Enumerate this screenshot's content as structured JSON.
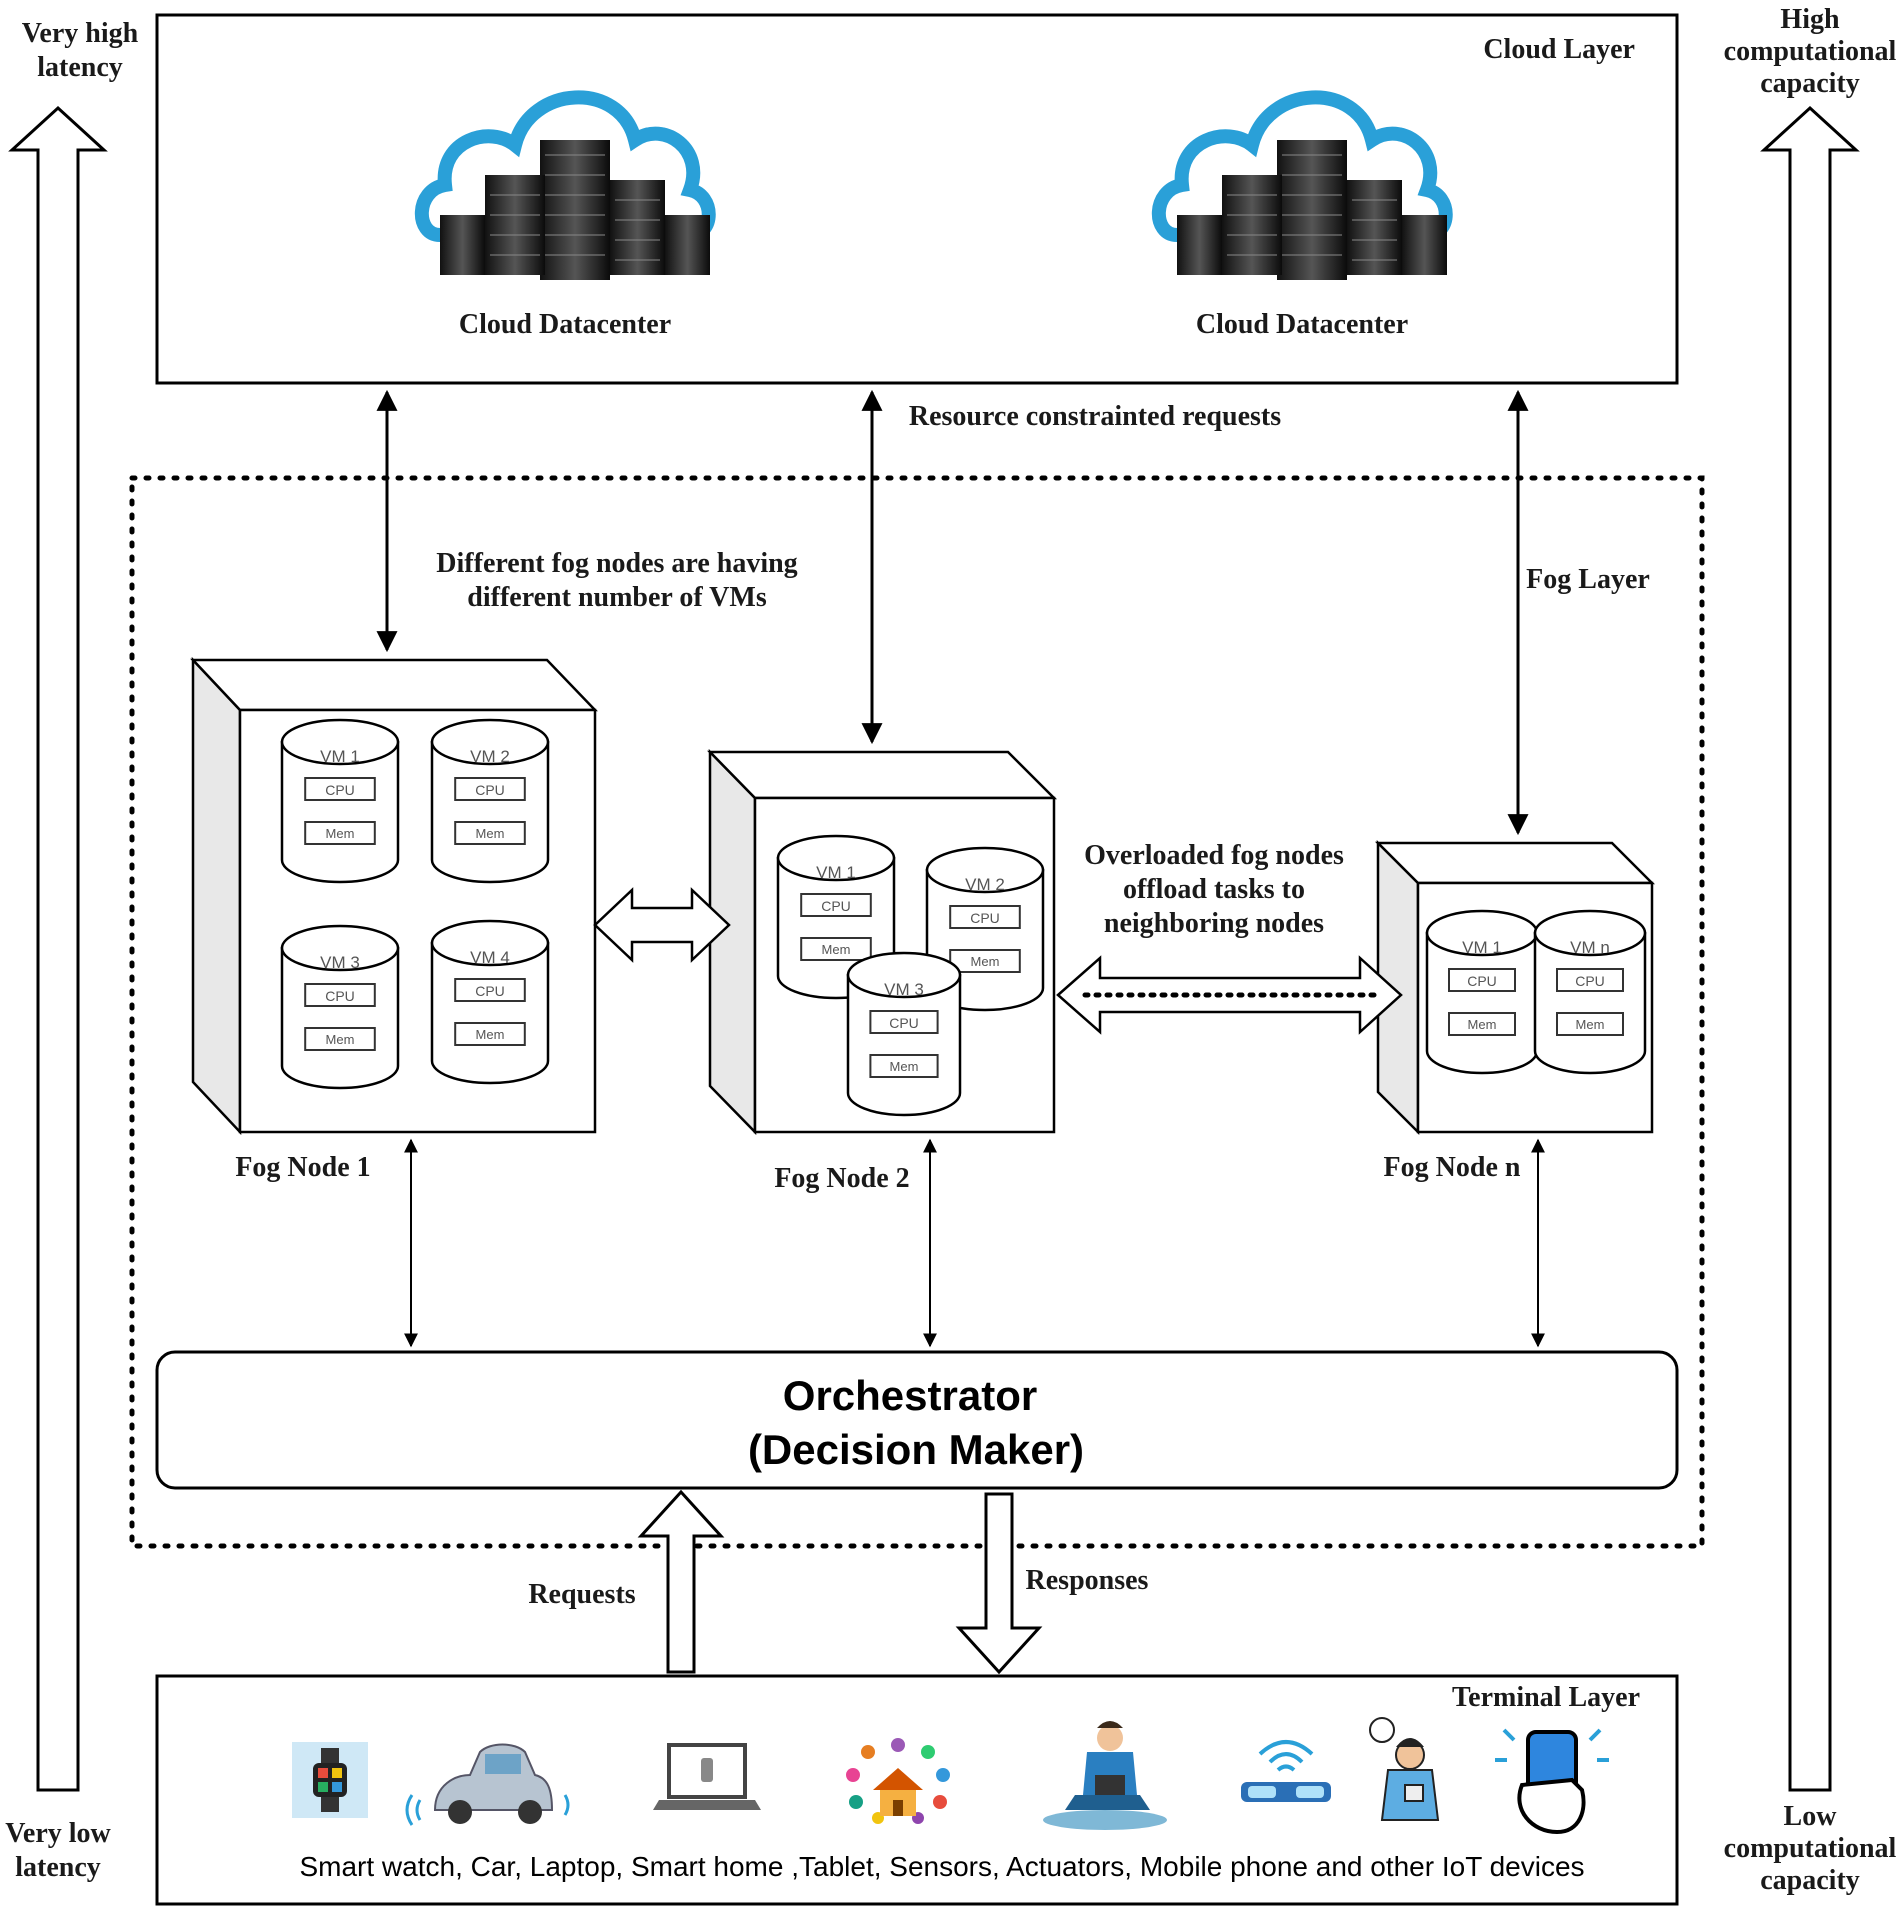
{
  "side": {
    "very_high_latency_1": "Very high",
    "very_high_latency_2": "latency",
    "very_low_latency_1": "Very low",
    "very_low_latency_2": "latency",
    "high_capacity_1": "High",
    "high_capacity_2": "computational",
    "high_capacity_3": "capacity",
    "low_capacity_1": "Low",
    "low_capacity_2": "computational",
    "low_capacity_3": "capacity"
  },
  "cloud": {
    "layer_label": "Cloud Layer",
    "datacenter_1": "Cloud Datacenter",
    "datacenter_2": "Cloud Datacenter",
    "resource_requests": "Resource constrainted requests"
  },
  "fog": {
    "layer_label": "Fog Layer",
    "note_1": "Different fog nodes are having",
    "note_2": "different number of  VMs",
    "offload_1": "Overloaded fog nodes",
    "offload_2": "offload tasks to",
    "offload_3": "neighboring nodes",
    "nodes": [
      {
        "label": "Fog Node 1",
        "vms": [
          "VM 1",
          "VM 2",
          "VM 3",
          "VM 4"
        ]
      },
      {
        "label": "Fog Node 2",
        "vms": [
          "VM 1",
          "VM 2",
          "VM 3"
        ]
      },
      {
        "label": "Fog Node n",
        "vms": [
          "VM 1",
          "VM n"
        ]
      }
    ],
    "cpu": "CPU",
    "mem": "Mem"
  },
  "orchestrator": {
    "title_1": "Orchestrator",
    "title_2": "(Decision Maker)"
  },
  "flow": {
    "requests": "Requests",
    "responses": "Responses"
  },
  "terminal": {
    "layer_label": "Terminal Layer",
    "devices_caption": "Smart watch, Car, Laptop,  Smart home ,Tablet, Sensors, Actuators, Mobile phone  and other IoT devices",
    "icons": [
      "smartwatch-icon",
      "car-icon",
      "laptop-icon",
      "smart-home-icon",
      "tablet-user-icon",
      "sensor-icon",
      "actuator-user-icon",
      "mobile-phone-icon"
    ]
  }
}
